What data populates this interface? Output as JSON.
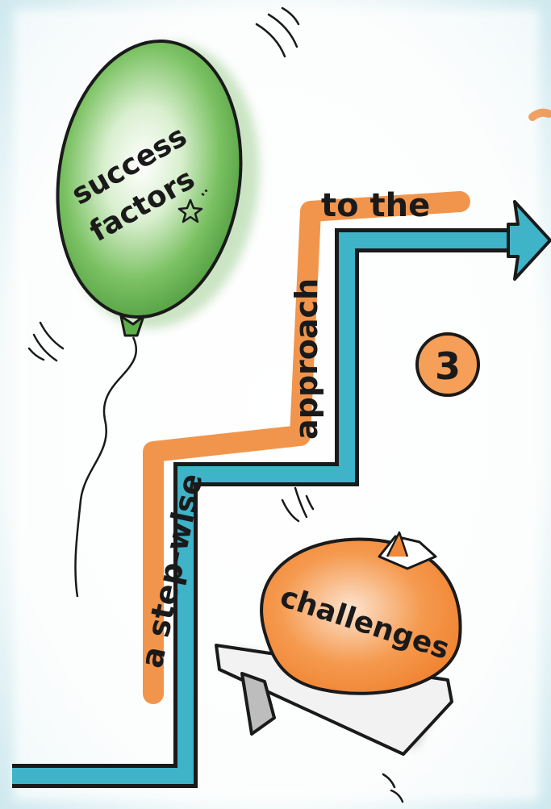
{
  "balloon": {
    "line1": "success",
    "line2": "factors"
  },
  "path_labels": {
    "part1": "a step-wise",
    "part2": "approach",
    "part3": "to the"
  },
  "step_number": "3",
  "sack_label": "challenges",
  "colors": {
    "balloon_green": "#5fb04a",
    "stair_blue": "#3fb3c8",
    "accent_orange": "#f08a3a",
    "ink": "#1a1a1a",
    "paper": "#ffffff",
    "background_wash": "#d9eef2"
  }
}
